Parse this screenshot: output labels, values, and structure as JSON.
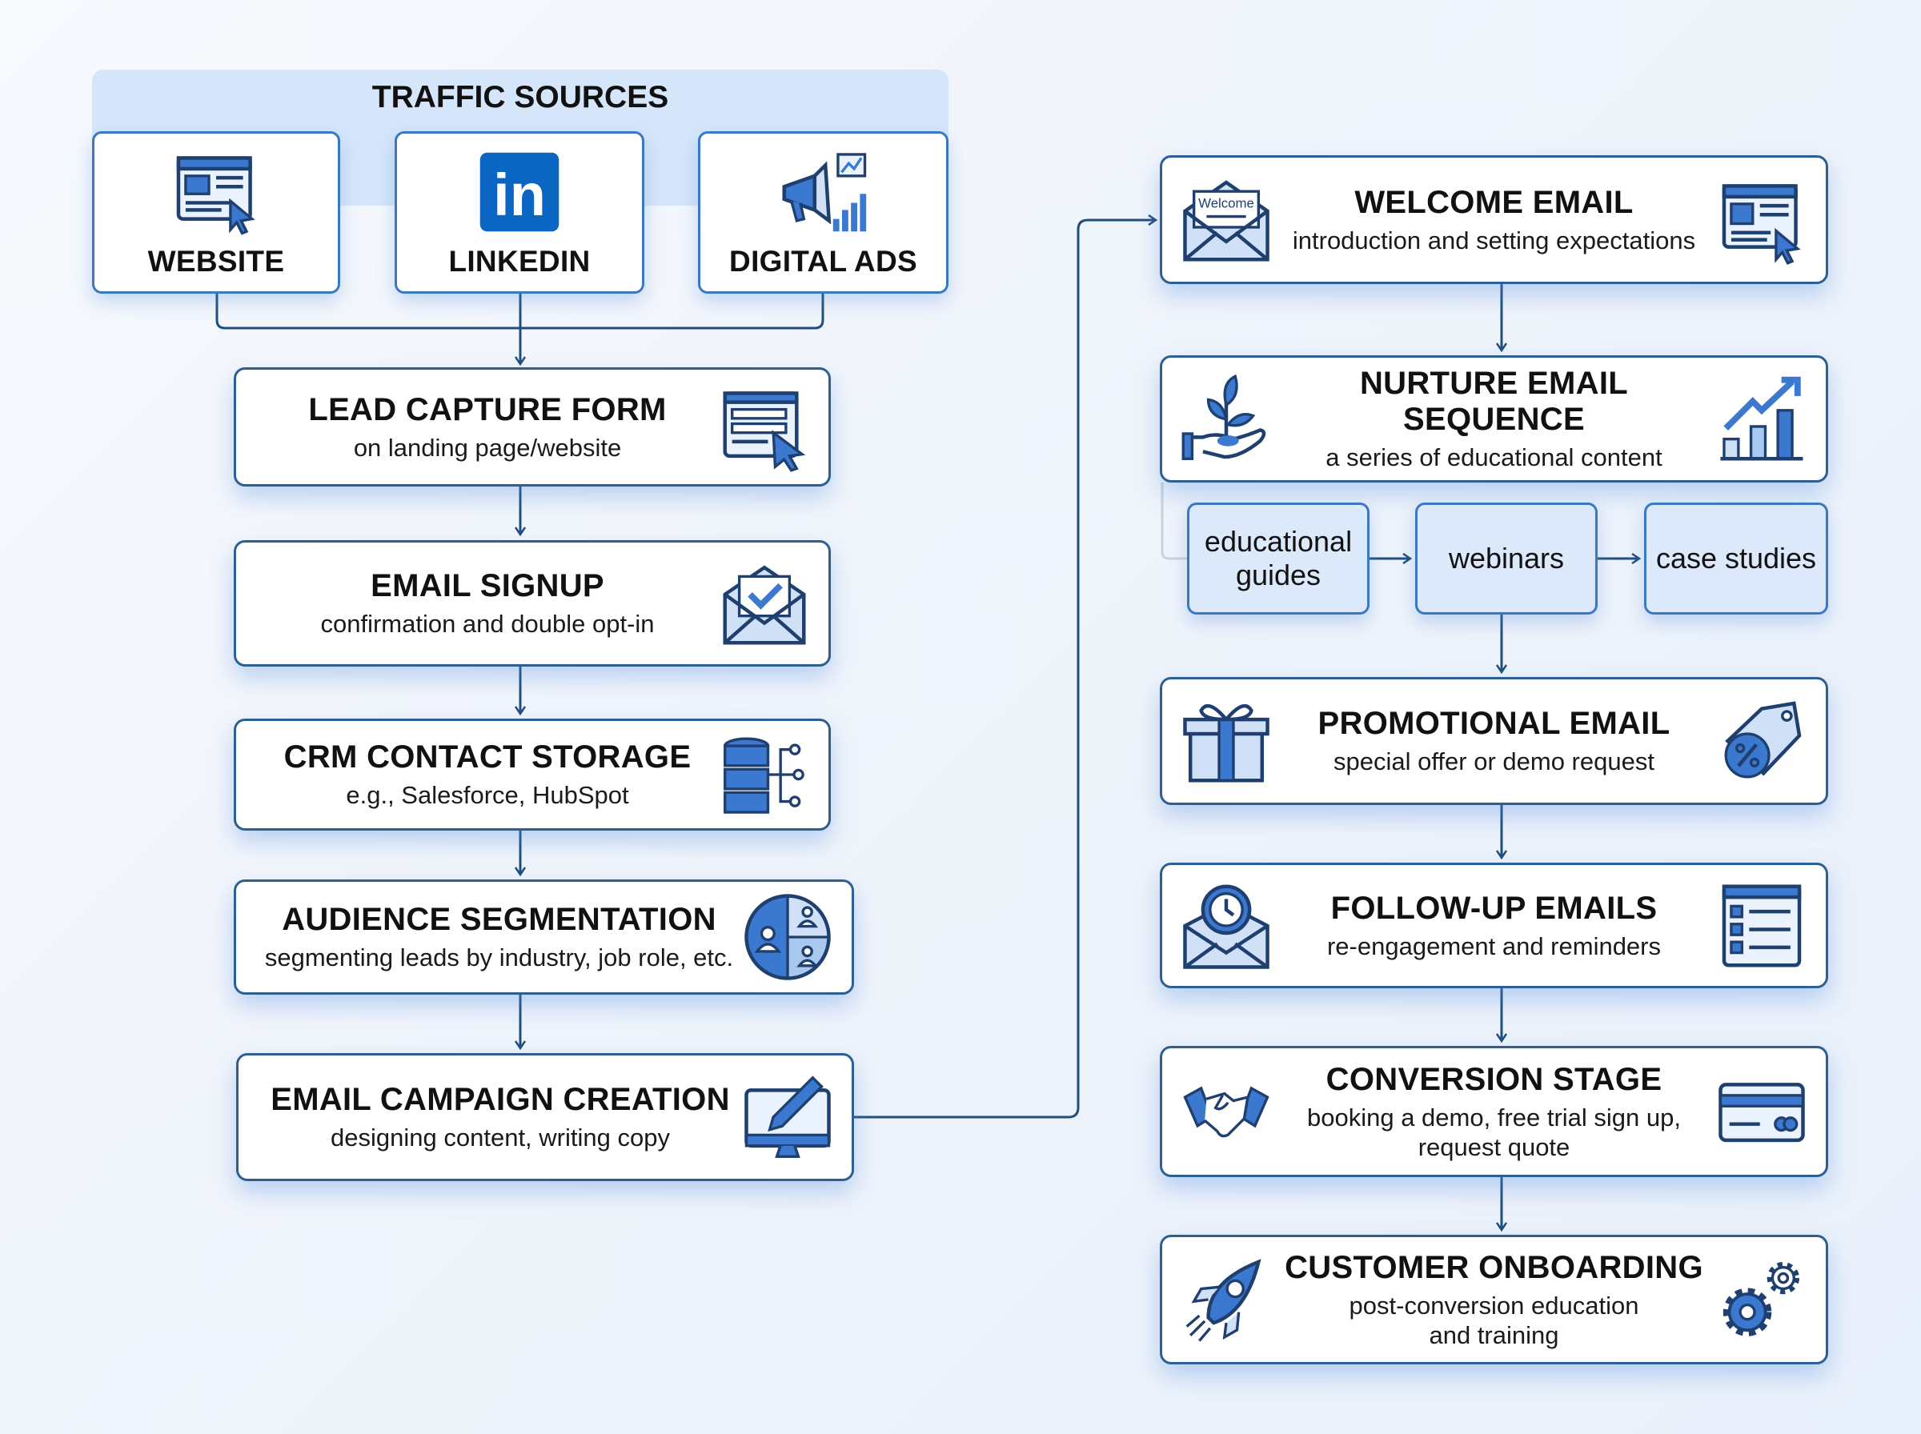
{
  "traffic_sources": {
    "title": "TRAFFIC SOURCES",
    "sources": [
      {
        "label": "WEBSITE",
        "icon": "browser-cursor-icon"
      },
      {
        "label": "LINKEDIN",
        "icon": "linkedin-icon",
        "logo_text": "in"
      },
      {
        "label": "DIGITAL ADS",
        "icon": "megaphone-chart-icon"
      }
    ]
  },
  "left_steps": [
    {
      "title": "LEAD CAPTURE FORM",
      "subtitle": "on landing page/website",
      "icon": "form-cursor-icon"
    },
    {
      "title": "EMAIL SIGNUP",
      "subtitle": "confirmation and double opt-in",
      "icon": "envelope-check-icon"
    },
    {
      "title": "CRM CONTACT STORAGE",
      "subtitle": "e.g., Salesforce, HubSpot",
      "icon": "database-network-icon"
    },
    {
      "title": "AUDIENCE SEGMENTATION",
      "subtitle": "segmenting leads by industry, job role, etc.",
      "icon": "segmented-users-icon"
    },
    {
      "title": "EMAIL CAMPAIGN CREATION",
      "subtitle": "designing content, writing copy",
      "icon": "monitor-pencil-icon"
    }
  ],
  "right_steps": [
    {
      "title": "WELCOME EMAIL",
      "subtitle": "introduction and setting expectations",
      "icon_left": "welcome-envelope-icon",
      "icon_left_text": "Welcome",
      "icon_right": "browser-cursor-icon"
    },
    {
      "title": "NURTURE EMAIL SEQUENCE",
      "subtitle": "a series of educational content",
      "icon_left": "hand-plant-icon",
      "icon_right": "growth-chart-icon"
    },
    {
      "title": "PROMOTIONAL EMAIL",
      "subtitle": "special offer or demo request",
      "icon_left": "gift-icon",
      "icon_right": "discount-tag-icon"
    },
    {
      "title": "FOLLOW-UP EMAILS",
      "subtitle": "re-engagement and reminders",
      "icon_left": "envelope-clock-icon",
      "icon_right": "checklist-icon"
    },
    {
      "title": "CONVERSION STAGE",
      "subtitle": "booking a demo, free trial sign up, request quote",
      "icon_left": "handshake-icon",
      "icon_right": "credit-card-icon"
    },
    {
      "title": "CUSTOMER ONBOARDING",
      "subtitle": "post-conversion education and training",
      "icon_left": "rocket-icon",
      "icon_right": "gears-icon"
    }
  ],
  "nurture_items": [
    "educational guides",
    "webinars",
    "case studies"
  ],
  "colors": {
    "accent": "#3b78d0",
    "stroke": "#2c5f93",
    "light": "#cfe0f7",
    "band": "#d6e6fa",
    "linkedin": "#0a66c2"
  }
}
